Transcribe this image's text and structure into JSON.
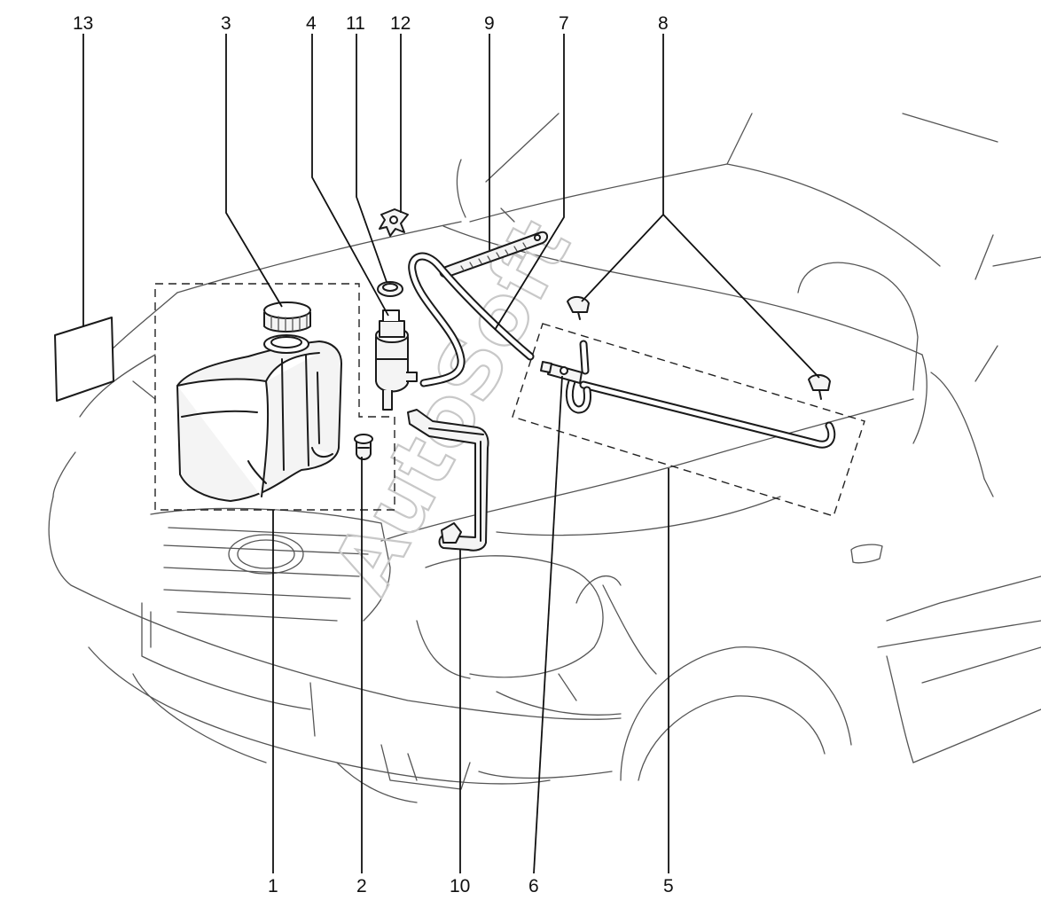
{
  "diagram": {
    "callouts": [
      {
        "id": "1",
        "label": "1"
      },
      {
        "id": "2",
        "label": "2"
      },
      {
        "id": "3",
        "label": "3"
      },
      {
        "id": "4",
        "label": "4"
      },
      {
        "id": "5",
        "label": "5"
      },
      {
        "id": "6",
        "label": "6"
      },
      {
        "id": "7",
        "label": "7"
      },
      {
        "id": "8",
        "label": "8"
      },
      {
        "id": "9",
        "label": "9"
      },
      {
        "id": "10",
        "label": "10"
      },
      {
        "id": "11",
        "label": "11"
      },
      {
        "id": "12",
        "label": "12"
      },
      {
        "id": "13",
        "label": "13"
      }
    ],
    "watermark": "AutoSoft"
  }
}
